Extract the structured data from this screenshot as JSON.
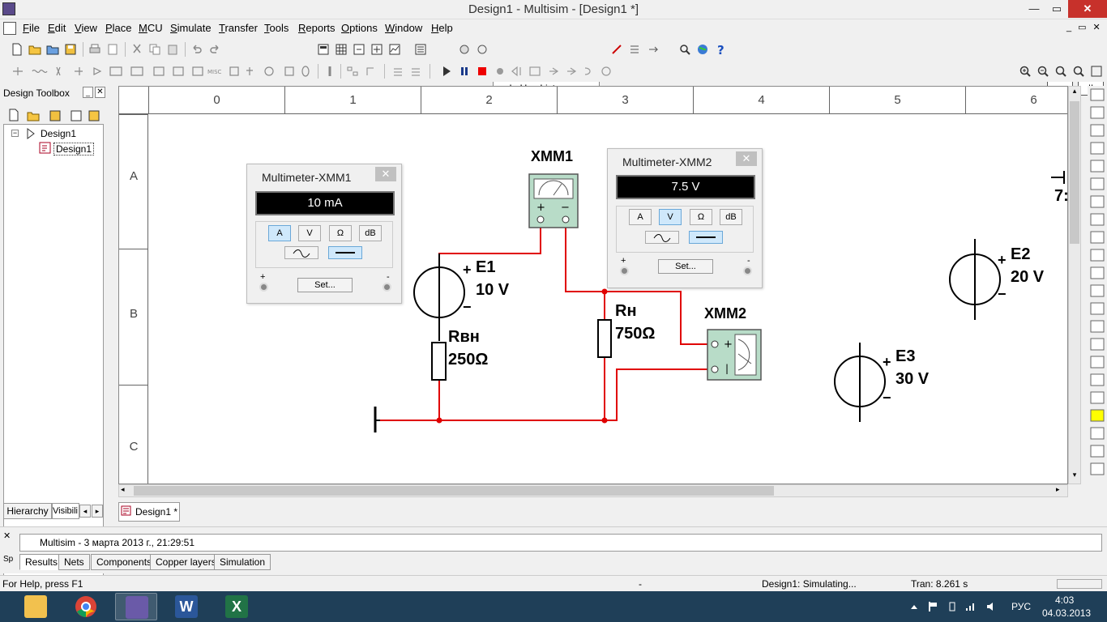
{
  "window": {
    "title": "Design1 - Multisim - [Design1 *]",
    "minimize": "—",
    "restore": "▭",
    "close": "✕"
  },
  "menu": [
    "File",
    "Edit",
    "View",
    "Place",
    "MCU",
    "Simulate",
    "Transfer",
    "Tools",
    "Reports",
    "Options",
    "Window",
    "Help"
  ],
  "toolbar": {
    "in_use_list": "--- In Use List ---"
  },
  "toolbox": {
    "title": "Design Toolbox",
    "tree_root": "Design1",
    "tree_child": "Design1",
    "tabs": [
      "Hierarchy",
      "Visibili"
    ]
  },
  "canvas": {
    "columns": [
      "0",
      "1",
      "2",
      "3",
      "4",
      "5",
      "6"
    ],
    "rows": [
      "A",
      "B",
      "C"
    ]
  },
  "multimeter1": {
    "title": "Multimeter-XMM1",
    "reading": "10 mA",
    "modes": [
      "A",
      "V",
      "Ω",
      "dB"
    ],
    "active_mode": "A",
    "set_label": "Set...",
    "plus": "+",
    "minus": "-"
  },
  "multimeter2": {
    "title": "Multimeter-XMM2",
    "reading": "7.5 V",
    "modes": [
      "A",
      "V",
      "Ω",
      "dB"
    ],
    "active_mode": "V",
    "set_label": "Set...",
    "plus": "+",
    "minus": "-"
  },
  "schematic": {
    "xmm1": "XMM1",
    "xmm2": "XMM2",
    "e1_name": "E1",
    "e1_value": "10 V",
    "e2_name": "E2",
    "e2_value": "20 V",
    "e3_name": "E3",
    "e3_value": "30 V",
    "rvn_name": "Rвн",
    "rvn_value": "250Ω",
    "rn_name": "Rн",
    "rn_value": "750Ω",
    "partial_label": "7:",
    "plus": "+",
    "minus": "−",
    "wire_color": "#e00000"
  },
  "design_tab": "Design1 *",
  "results": {
    "message": "Multisim  -  3 марта 2013 г., 21:29:51",
    "tabs": [
      "Results",
      "Nets",
      "Components",
      "Copper layers",
      "Simulation"
    ],
    "side_label": "Sp"
  },
  "status": {
    "help": "For Help, press F1",
    "dash": "-",
    "sim": "Design1: Simulating...",
    "tran": "Tran: 8.261 s"
  },
  "tray": {
    "lang": "РУС",
    "time": "4:03",
    "date": "04.03.2013"
  }
}
